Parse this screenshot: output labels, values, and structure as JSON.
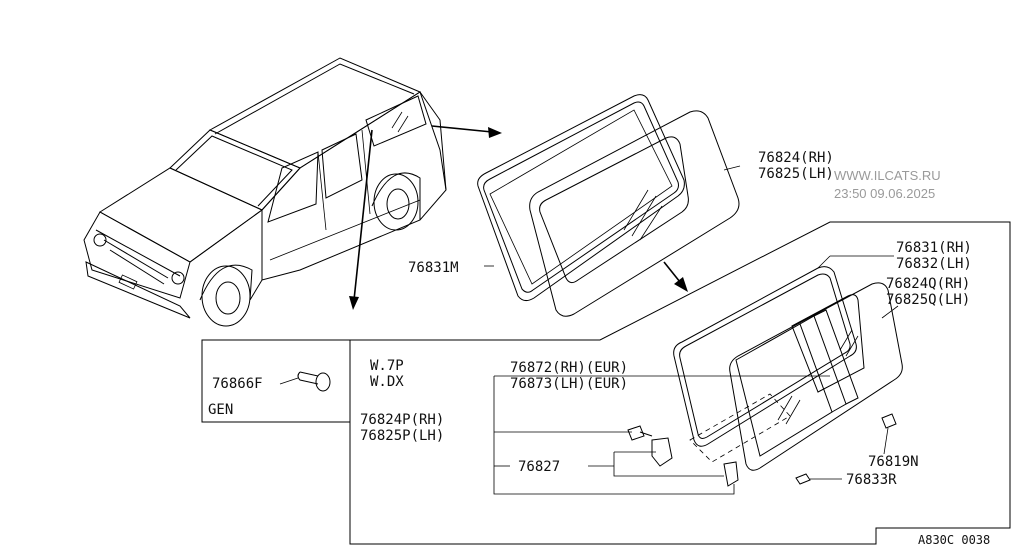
{
  "parts": {
    "p76824": "76824(RH)",
    "p76825": "76825(LH)",
    "p76831M": "76831M",
    "p76831": "76831(RH)",
    "p76832": "76832(LH)",
    "p76824Q": "76824Q(RH)",
    "p76825Q": "76825Q(LH)",
    "p76872": "76872(RH)(EUR)",
    "p76873": "76873(LH)(EUR)",
    "p76824P": "76824P(RH)",
    "p76825P": "76825P(LH)",
    "p76827": "76827",
    "p76819N": "76819N",
    "p76833R": "76833R",
    "p76866F": "76866F"
  },
  "notes": {
    "w7p": "W.7P",
    "wdx": "W.DX",
    "gen": "GEN"
  },
  "diagram_code": "A830C 0038",
  "watermark": {
    "site": "WWW.ILCATS.RU",
    "datetime": "23:50 09.06.2025"
  }
}
